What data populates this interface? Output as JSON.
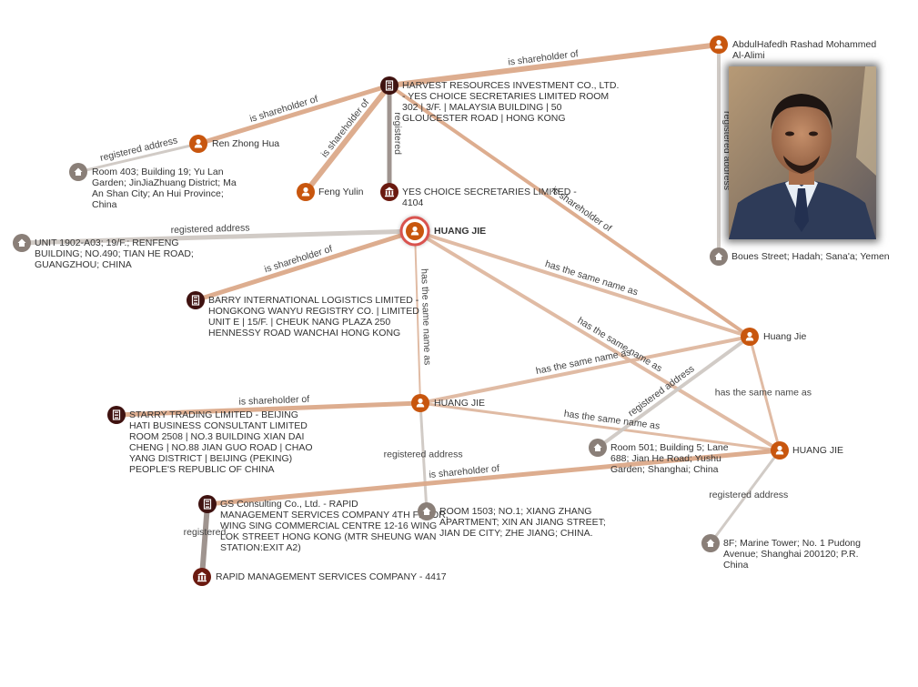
{
  "colors": {
    "person": "#c8560e",
    "company": "#3f1210",
    "address": "#8a7f78",
    "registry": "#6b1a10",
    "edge_share": "#dca98a",
    "edge_name": "#dfb8a0",
    "edge_addr": "#cfc9c4",
    "edge_reg": "#9a8f8a",
    "highlight_ring": "#d9534f"
  },
  "nodes": [
    {
      "id": "harvest",
      "type": "company",
      "icon": "company-icon",
      "label": "HARVEST RESOURCES INVESTMENT CO., LTD. - YES CHOICE SECRETARIES LIMITED ROOM 302 | 3/F. | MALAYSIA BUILDING | 50 GLOUCESTER ROAD | HONG KONG"
    },
    {
      "id": "abdul",
      "type": "person",
      "icon": "person-icon",
      "label": "AbdulHafedh Rashad Mohammed Al-Alimi"
    },
    {
      "id": "ren",
      "type": "person",
      "icon": "person-icon",
      "label": "Ren Zhong Hua"
    },
    {
      "id": "room403",
      "type": "address",
      "icon": "home-icon",
      "label": "Room 403; Building 19; Yu Lan Garden; JinJiaZhuang District; Ma An Shan City; An Hui Province; China"
    },
    {
      "id": "feng",
      "type": "person",
      "icon": "person-icon",
      "label": "Feng Yulin"
    },
    {
      "id": "yeschoice",
      "type": "registry",
      "icon": "bank-icon",
      "label": "YES CHOICE SECRETARIES LIMITED - 4104"
    },
    {
      "id": "unit1902",
      "type": "address",
      "icon": "home-icon",
      "label": "UNIT 1902-A03; 19/F.; RENFENG BUILDING; NO.490; TIAN HE ROAD; GUANGZHOU; CHINA"
    },
    {
      "id": "huangjie_main",
      "type": "person",
      "icon": "person-icon",
      "label": "HUANG JIE",
      "highlight": true
    },
    {
      "id": "barry",
      "type": "company",
      "icon": "company-icon",
      "label": "BARRY INTERNATIONAL LOGISTICS LIMITED - HONGKONG WANYU REGISTRY CO. | LIMITED UNIT E | 15/F. | CHEUK NANG PLAZA 250 HENNESSY ROAD WANCHAI HONG KONG"
    },
    {
      "id": "boues",
      "type": "address",
      "icon": "home-icon",
      "label": "Boues Street; Hadah; Sana'a; Yemen"
    },
    {
      "id": "huangjie_r",
      "type": "person",
      "icon": "person-icon",
      "label": "Huang Jie"
    },
    {
      "id": "starry",
      "type": "company",
      "icon": "company-icon",
      "label": "STARRY TRADING LIMITED - BEIJING HATI BUSINESS CONSULTANT LIMITED ROOM 2508 | NO.3 BUILDING XIAN DAI CHENG | NO.88 JIAN GUO ROAD | CHAO YANG DISTRICT | BEIJING (PEKING) PEOPLE'S REPUBLIC OF CHINA"
    },
    {
      "id": "huangjie_mid",
      "type": "person",
      "icon": "person-icon",
      "label": "HUANG JIE"
    },
    {
      "id": "room501",
      "type": "address",
      "icon": "home-icon",
      "label": "Room 501; Building 5; Lane 688; Jian He Road; Yushu Garden; Shanghai; China"
    },
    {
      "id": "huangjie_rb",
      "type": "person",
      "icon": "person-icon",
      "label": "HUANG JIE"
    },
    {
      "id": "gs",
      "type": "company",
      "icon": "company-icon",
      "label": "GS Consulting Co., Ltd. - RAPID MANAGEMENT SERVICES COMPANY 4TH FLOOR, WING SING COMMERCIAL CENTRE 12-16 WING LOK STREET HONG KONG (MTR SHEUNG WAN STATION:EXIT A2)"
    },
    {
      "id": "room1503",
      "type": "address",
      "icon": "home-icon",
      "label": "ROOM 1503; NO.1; XIANG ZHANG APARTMENT; XIN AN JIANG STREET; JIAN DE CITY; ZHE JIANG; CHINA."
    },
    {
      "id": "marine",
      "type": "address",
      "icon": "home-icon",
      "label": "8F; Marine Tower; No. 1 Pudong Avenue; Shanghai 200120; P.R. China"
    },
    {
      "id": "rapid",
      "type": "registry",
      "icon": "bank-icon",
      "label": "RAPID MANAGEMENT SERVICES COMPANY - 4417"
    }
  ],
  "edges": [
    {
      "from": "harvest",
      "to": "abdul",
      "kind": "share",
      "label": "is shareholder of"
    },
    {
      "from": "harvest",
      "to": "ren",
      "kind": "share",
      "label": "is shareholder of"
    },
    {
      "from": "ren",
      "to": "room403",
      "kind": "addr",
      "label": "registered address"
    },
    {
      "from": "harvest",
      "to": "feng",
      "kind": "share",
      "label": "is shareholder of"
    },
    {
      "from": "harvest",
      "to": "yeschoice",
      "kind": "reg",
      "label": "registered"
    },
    {
      "from": "harvest",
      "to": "huangjie_r",
      "kind": "share",
      "label": "is shareholder of"
    },
    {
      "from": "abdul",
      "to": "boues",
      "kind": "addr",
      "label": "registered address"
    },
    {
      "from": "huangjie_main",
      "to": "unit1902",
      "kind": "addr",
      "label": "registered address"
    },
    {
      "from": "huangjie_main",
      "to": "barry",
      "kind": "share",
      "label": "is shareholder of"
    },
    {
      "from": "huangjie_main",
      "to": "huangjie_r",
      "kind": "name",
      "label": "has the same name as"
    },
    {
      "from": "huangjie_main",
      "to": "huangjie_rb",
      "kind": "name",
      "label": "has the same name as"
    },
    {
      "from": "huangjie_main",
      "to": "huangjie_mid",
      "kind": "name",
      "label": "has the same name as"
    },
    {
      "from": "huangjie_mid",
      "to": "huangjie_r",
      "kind": "name",
      "label": "has the same name as"
    },
    {
      "from": "huangjie_mid",
      "to": "huangjie_rb",
      "kind": "name",
      "label": "has the same name as"
    },
    {
      "from": "huangjie_mid",
      "to": "starry",
      "kind": "share",
      "label": "is shareholder of"
    },
    {
      "from": "huangjie_mid",
      "to": "room1503",
      "kind": "addr",
      "label": "registered address"
    },
    {
      "from": "huangjie_r",
      "to": "room501",
      "kind": "addr",
      "label": "registered address"
    },
    {
      "from": "huangjie_r",
      "to": "huangjie_rb",
      "kind": "name",
      "label": "has the same name as"
    },
    {
      "from": "huangjie_rb",
      "to": "gs",
      "kind": "share",
      "label": "is shareholder of"
    },
    {
      "from": "huangjie_rb",
      "to": "marine",
      "kind": "addr",
      "label": "registered address"
    },
    {
      "from": "gs",
      "to": "rapid",
      "kind": "reg",
      "label": "registered"
    }
  ]
}
